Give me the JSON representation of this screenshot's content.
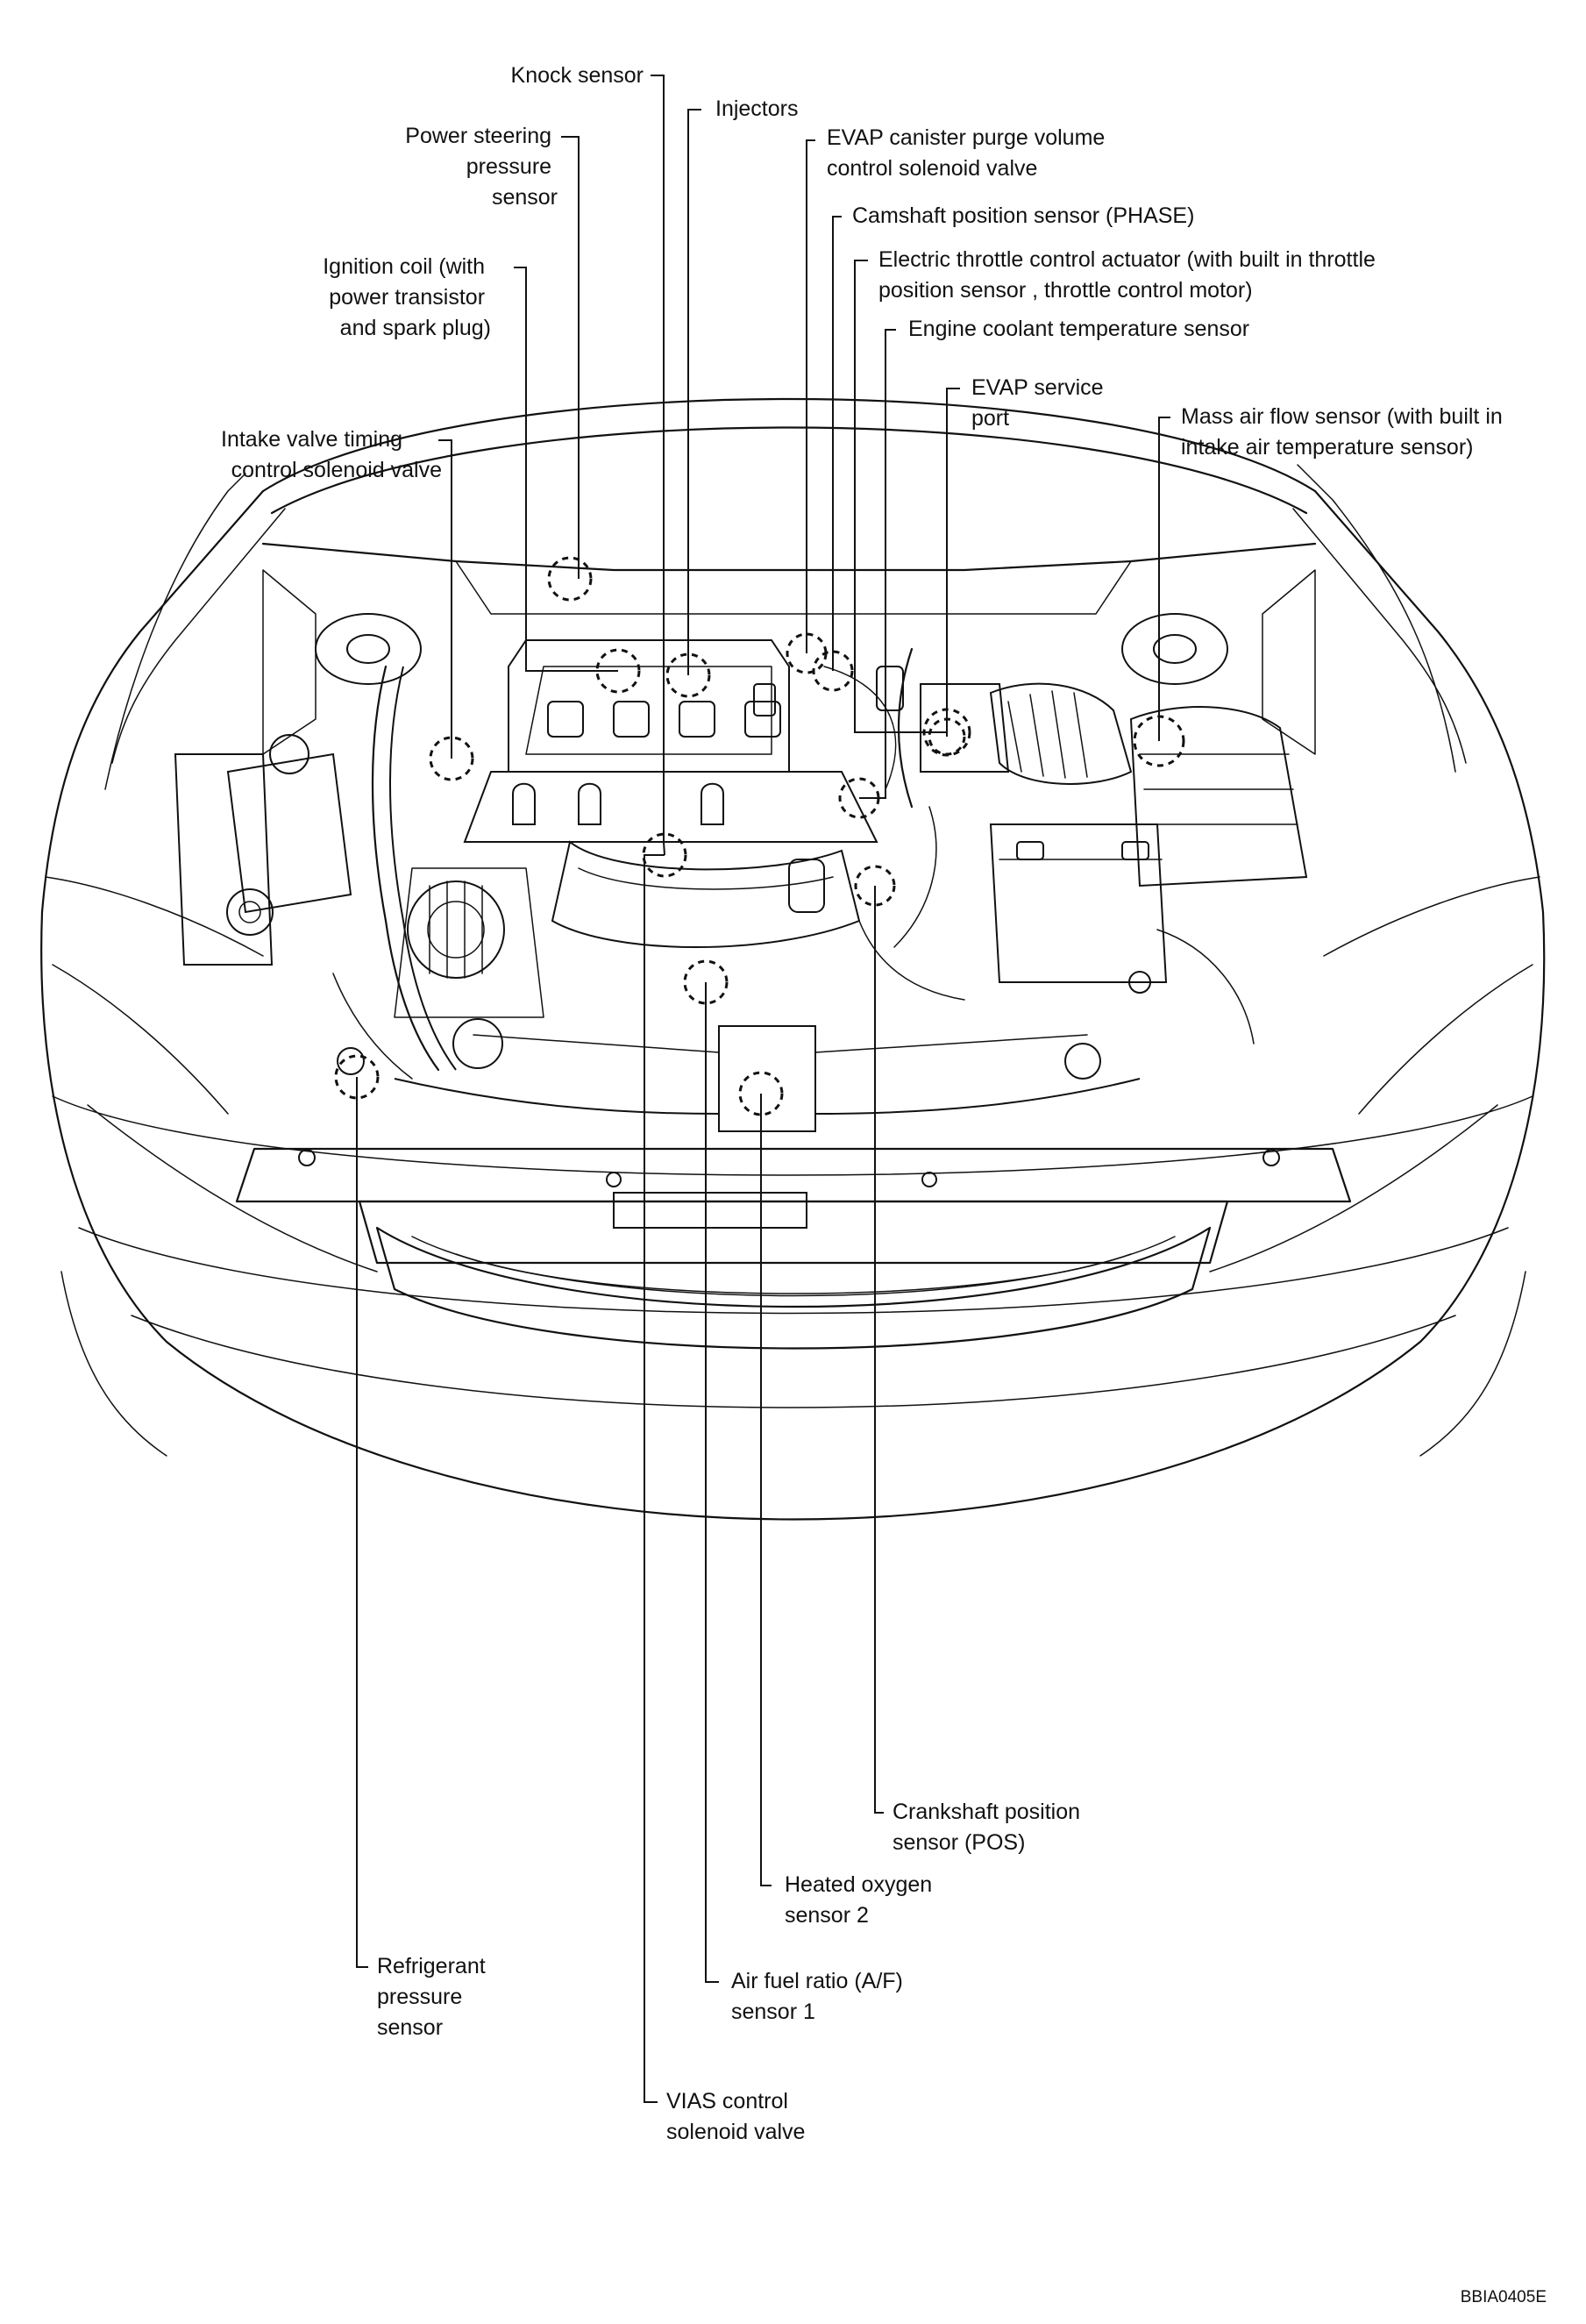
{
  "components": [
    {
      "id": "knock",
      "lines": [
        "Knock sensor"
      ]
    },
    {
      "id": "injectors",
      "lines": [
        "Injectors"
      ]
    },
    {
      "id": "ps-pressure",
      "lines": [
        "Power steering",
        "pressure",
        "sensor"
      ]
    },
    {
      "id": "evap-purge",
      "lines": [
        "EVAP canister purge volume",
        "control solenoid valve"
      ]
    },
    {
      "id": "cam-phase",
      "lines": [
        "Camshaft position sensor (PHASE)"
      ]
    },
    {
      "id": "ignition",
      "lines": [
        "Ignition coil (with",
        "power transistor",
        "and spark plug)"
      ]
    },
    {
      "id": "throttle",
      "lines": [
        "Electric throttle control actuator (with built in throttle",
        "position sensor , throttle control motor)"
      ]
    },
    {
      "id": "ect",
      "lines": [
        "Engine coolant temperature sensor"
      ]
    },
    {
      "id": "evap-port",
      "lines": [
        "EVAP service",
        "port"
      ]
    },
    {
      "id": "maf",
      "lines": [
        "Mass air flow sensor (with built in",
        "intake air temperature sensor)"
      ]
    },
    {
      "id": "ivt",
      "lines": [
        "Intake valve timing",
        "control solenoid valve"
      ]
    },
    {
      "id": "crank-pos",
      "lines": [
        "Crankshaft position",
        "sensor (POS)"
      ]
    },
    {
      "id": "ho2s2",
      "lines": [
        "Heated oxygen",
        "sensor 2"
      ]
    },
    {
      "id": "refrig",
      "lines": [
        "Refrigerant",
        "pressure",
        "sensor"
      ]
    },
    {
      "id": "af1",
      "lines": [
        "Air fuel ratio (A/F)",
        "sensor 1"
      ]
    },
    {
      "id": "vias",
      "lines": [
        "VIAS control",
        "solenoid valve"
      ]
    }
  ],
  "figure_code": "BBIA0405E"
}
